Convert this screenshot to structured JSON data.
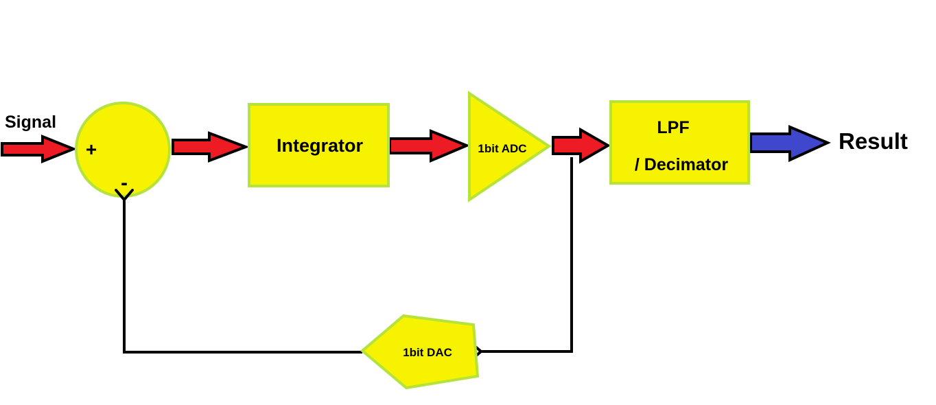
{
  "labels": {
    "input": "Signal",
    "plus_sign": "+",
    "minus_sign": "-",
    "integrator": "Integrator",
    "adc": "1bit ADC",
    "lpf_line1": "LPF",
    "lpf_line2": "/ Decimator",
    "output": "Result",
    "dac": "1bit DAC"
  },
  "colors": {
    "block_fill": "#f7f200",
    "block_border": "#b5e23b",
    "arrow_red": "#ed1c24",
    "arrow_blue": "#3f48cc",
    "line": "#000000"
  }
}
